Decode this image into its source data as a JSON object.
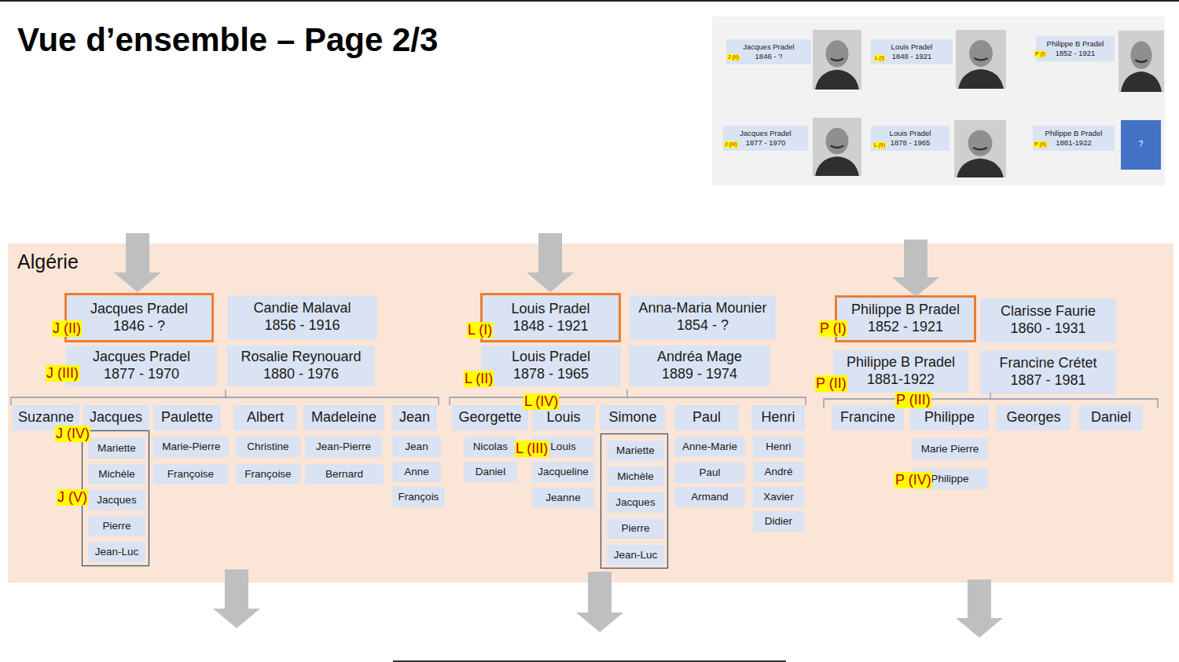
{
  "diagram": {
    "title": "Vue d’ensemble – Page 2/3",
    "nodes": [
      {
        "text": [
          "Jacques Pradel",
          "1846 - ?"
        ]
      },
      {
        "text": [
          "Louis Pradel",
          "1848 - 1921"
        ]
      },
      {
        "text": [
          "Philippe B Pradel",
          "1852 - 1921"
        ]
      },
      {
        "text": [
          "Jacques Pradel",
          "1877 - 1970"
        ]
      },
      {
        "text": [
          "Louis Pradel",
          "1878 - 1965"
        ]
      },
      {
        "text": [
          "Philippe B Pradel",
          "1881-1922"
        ]
      },
      {
        "text": [
          "?"
        ]
      },
      {
        "text": [
          "Algérie"
        ]
      },
      {
        "text": [
          "Jacques Pradel",
          "1846 - ?"
        ],
        "in": 7
      },
      {
        "text": [
          "Candie Malaval",
          "1856 - 1916"
        ],
        "in": 7
      },
      {
        "text": [
          "Louis Pradel",
          "1848 - 1921"
        ],
        "in": 7
      },
      {
        "text": [
          "Anna-Maria Mounier",
          "1854 - ?"
        ],
        "in": 7
      },
      {
        "text": [
          "Philippe B Pradel",
          "1852 - 1921"
        ],
        "in": 7
      },
      {
        "text": [
          "Clarisse Faurie",
          "1860 - 1931"
        ],
        "in": 7
      },
      {
        "text": [
          "Jacques Pradel",
          "1877 - 1970"
        ],
        "in": 7
      },
      {
        "text": [
          "Rosalie Reynouard",
          "1880 - 1976"
        ],
        "in": 7
      },
      {
        "text": [
          "Louis Pradel",
          "1878 - 1965"
        ],
        "in": 7
      },
      {
        "text": [
          "Andréa Mage",
          "1889 - 1974"
        ],
        "in": 7
      },
      {
        "text": [
          "Philippe B Pradel",
          "1881-1922"
        ],
        "in": 7
      },
      {
        "text": [
          "Francine Crétet",
          "1887 - 1981"
        ],
        "in": 7
      },
      {
        "text": [
          "Suzanne"
        ],
        "in": 7
      },
      {
        "text": [
          "Jacques"
        ],
        "in": 7
      },
      {
        "text": [
          "Paulette"
        ],
        "in": 7
      },
      {
        "text": [
          "Albert"
        ],
        "in": 7
      },
      {
        "text": [
          "Madeleine"
        ],
        "in": 7
      },
      {
        "text": [
          "Jean"
        ],
        "in": 7
      },
      {
        "text": [
          "Georgette"
        ],
        "in": 7
      },
      {
        "text": [
          "Louis"
        ],
        "in": 7
      },
      {
        "text": [
          "Simone"
        ],
        "in": 7
      },
      {
        "text": [
          "Paul"
        ],
        "in": 7
      },
      {
        "text": [
          "Henri"
        ],
        "in": 7
      },
      {
        "text": [
          "Francine"
        ],
        "in": 7
      },
      {
        "text": [
          "Philippe"
        ],
        "in": 7
      },
      {
        "text": [
          "Georges"
        ],
        "in": 7
      },
      {
        "text": [
          "Daniel"
        ],
        "in": 7
      },
      {
        "text": [
          "Mariette"
        ],
        "in": 7
      },
      {
        "text": [
          "Michèle"
        ],
        "in": 7
      },
      {
        "text": [
          "Jacques"
        ],
        "in": 7
      },
      {
        "text": [
          "Pierre"
        ],
        "in": 7
      },
      {
        "text": [
          "Jean-Luc"
        ],
        "in": 7
      },
      {
        "text": [
          "Marie-Pierre"
        ],
        "in": 7
      },
      {
        "text": [
          "Françoise"
        ],
        "in": 7
      },
      {
        "text": [
          "Christine"
        ],
        "in": 7
      },
      {
        "text": [
          "Françoise"
        ],
        "in": 7
      },
      {
        "text": [
          "Jean-Pierre"
        ],
        "in": 7
      },
      {
        "text": [
          "Bernard"
        ],
        "in": 7
      },
      {
        "text": [
          "Jean"
        ],
        "in": 7
      },
      {
        "text": [
          "Anne"
        ],
        "in": 7
      },
      {
        "text": [
          "François"
        ],
        "in": 7
      },
      {
        "text": [
          "Nicolas"
        ],
        "in": 7
      },
      {
        "text": [
          "Daniel"
        ],
        "in": 7
      },
      {
        "text": [
          "Louis"
        ],
        "in": 7
      },
      {
        "text": [
          "Jacqueline"
        ],
        "in": 7
      },
      {
        "text": [
          "Jeanne"
        ],
        "in": 7
      },
      {
        "text": [
          "Mariette"
        ],
        "in": 7
      },
      {
        "text": [
          "Michèle"
        ],
        "in": 7
      },
      {
        "text": [
          "Jacques"
        ],
        "in": 7
      },
      {
        "text": [
          "Pierre"
        ],
        "in": 7
      },
      {
        "text": [
          "Jean-Luc"
        ],
        "in": 7
      },
      {
        "text": [
          "Anne-Marie"
        ],
        "in": 7
      },
      {
        "text": [
          "Paul"
        ],
        "in": 7
      },
      {
        "text": [
          "Armand"
        ],
        "in": 7
      },
      {
        "text": [
          "Henri"
        ],
        "in": 7
      },
      {
        "text": [
          "André"
        ],
        "in": 7
      },
      {
        "text": [
          "Xavier"
        ],
        "in": 7
      },
      {
        "text": [
          "Didier"
        ],
        "in": 7
      },
      {
        "text": [
          "Marie Pierre"
        ],
        "in": 7
      },
      {
        "text": [
          "Philippe"
        ],
        "in": 7
      }
    ],
    "labels": [
      "J (II)",
      "L (I)",
      "P (I)",
      "J (III)",
      "L (II)",
      "P (II)",
      "J (II)",
      "L (I)",
      "P (I)",
      "J (III)",
      "L (II)",
      "P (II)",
      "L (IV)",
      "P (III)",
      "J (IV)",
      "L (III)",
      "P (IV)",
      "J (V)"
    ]
  }
}
